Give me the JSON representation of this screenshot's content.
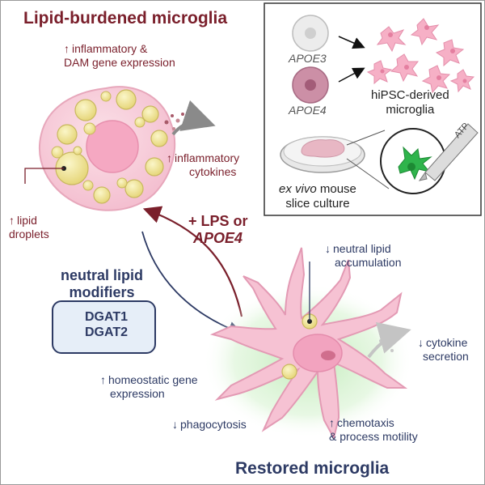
{
  "titles": {
    "lipid_burdened": "Lipid-burdened microglia",
    "restored": "Restored microglia"
  },
  "lipid_burdened_labels": {
    "inflammatory_dam": [
      "inflammatory &",
      "DAM gene expression"
    ],
    "inflammatory_cytokines": [
      "inflammatory",
      "cytokines"
    ],
    "lipid_droplets": [
      "lipid",
      "droplets"
    ]
  },
  "treatment": {
    "line1": "+ LPS or",
    "line2": "APOE4"
  },
  "modifiers": {
    "heading": [
      "neutral lipid",
      "modifiers"
    ],
    "genes": [
      "DGAT1",
      "DGAT2"
    ]
  },
  "restored_labels": {
    "neutral_lipid": [
      "neutral lipid",
      "accumulation"
    ],
    "cytokine_secretion": [
      "cytokine",
      "secretion"
    ],
    "homeostatic": [
      "homeostatic gene",
      "expression"
    ],
    "phagocytosis": "phagocytosis",
    "chemotaxis": [
      "chemotaxis",
      "& process motility"
    ]
  },
  "inset": {
    "apoe3": "APOE3",
    "apoe4": "APOE4",
    "hipsc": [
      "hiPSC-derived",
      "microglia"
    ],
    "atp": "ATP",
    "ex_vivo_italic": "ex vivo",
    "ex_vivo_rest": " mouse",
    "slice_culture": "slice culture"
  },
  "symbols": {
    "up": "↑",
    "down": "↓"
  },
  "colors": {
    "red": "#7a1f2b",
    "navy": "#2d3a64",
    "cell_pink": "#f6c9d6",
    "droplet_yellow": "#f1e59a",
    "glow_green": "#c7efc0"
  }
}
